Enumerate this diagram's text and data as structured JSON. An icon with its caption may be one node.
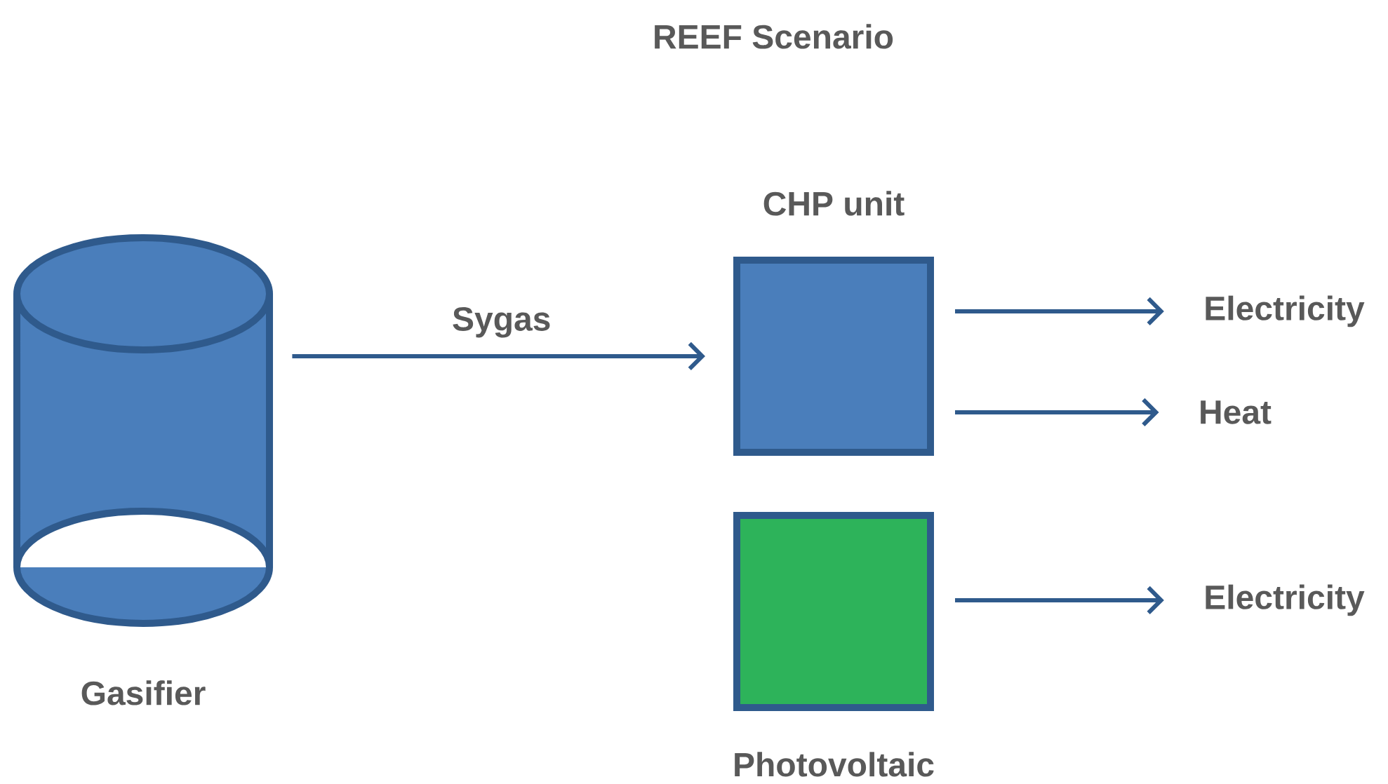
{
  "diagram": {
    "title": "REEF Scenario",
    "nodes": [
      {
        "text": [
          "Gasifier"
        ]
      },
      {
        "text": [
          "CHP unit"
        ]
      },
      {
        "text": [
          "Photovoltaic"
        ]
      },
      {
        "text": [
          "Electricity"
        ]
      },
      {
        "text": [
          "Heat"
        ]
      },
      {
        "text": [
          "Electricity"
        ]
      }
    ],
    "edges": [
      {
        "from": 0,
        "to": 1,
        "arrow": "to",
        "label": "Sygas"
      },
      {
        "from": 1,
        "to": 3,
        "arrow": "to"
      },
      {
        "from": 1,
        "to": 4,
        "arrow": "to"
      },
      {
        "from": 2,
        "to": 5,
        "arrow": "to"
      }
    ]
  }
}
